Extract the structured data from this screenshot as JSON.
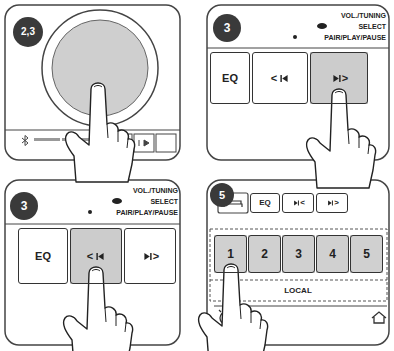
{
  "diagram": {
    "nodes": [
      {
        "text": [
          "EQ"
        ]
      },
      {
        "text": [
          "<"
        ]
      },
      {
        "text": [
          ">"
        ]
      },
      {
        "text": [
          "EQ"
        ]
      },
      {
        "text": [
          "<"
        ]
      },
      {
        "text": [
          ">"
        ]
      },
      {
        "text": [
          "EQ"
        ]
      },
      {
        "text": [
          "<"
        ]
      },
      {
        "text": [
          ">"
        ]
      },
      {
        "text": [
          "1"
        ]
      },
      {
        "text": [
          "2"
        ]
      },
      {
        "text": [
          "3"
        ]
      },
      {
        "text": [
          "4"
        ]
      },
      {
        "text": [
          "5"
        ]
      }
    ],
    "labels": [
      "2,3",
      "3",
      "VOL./TUNING",
      "SELECT",
      "PAIR/PLAY/PAUSE",
      "3",
      "VOL./TUNING",
      "SELECT",
      "PAIR/PLAY/PAUSE",
      "5",
      "LOCAL"
    ]
  }
}
